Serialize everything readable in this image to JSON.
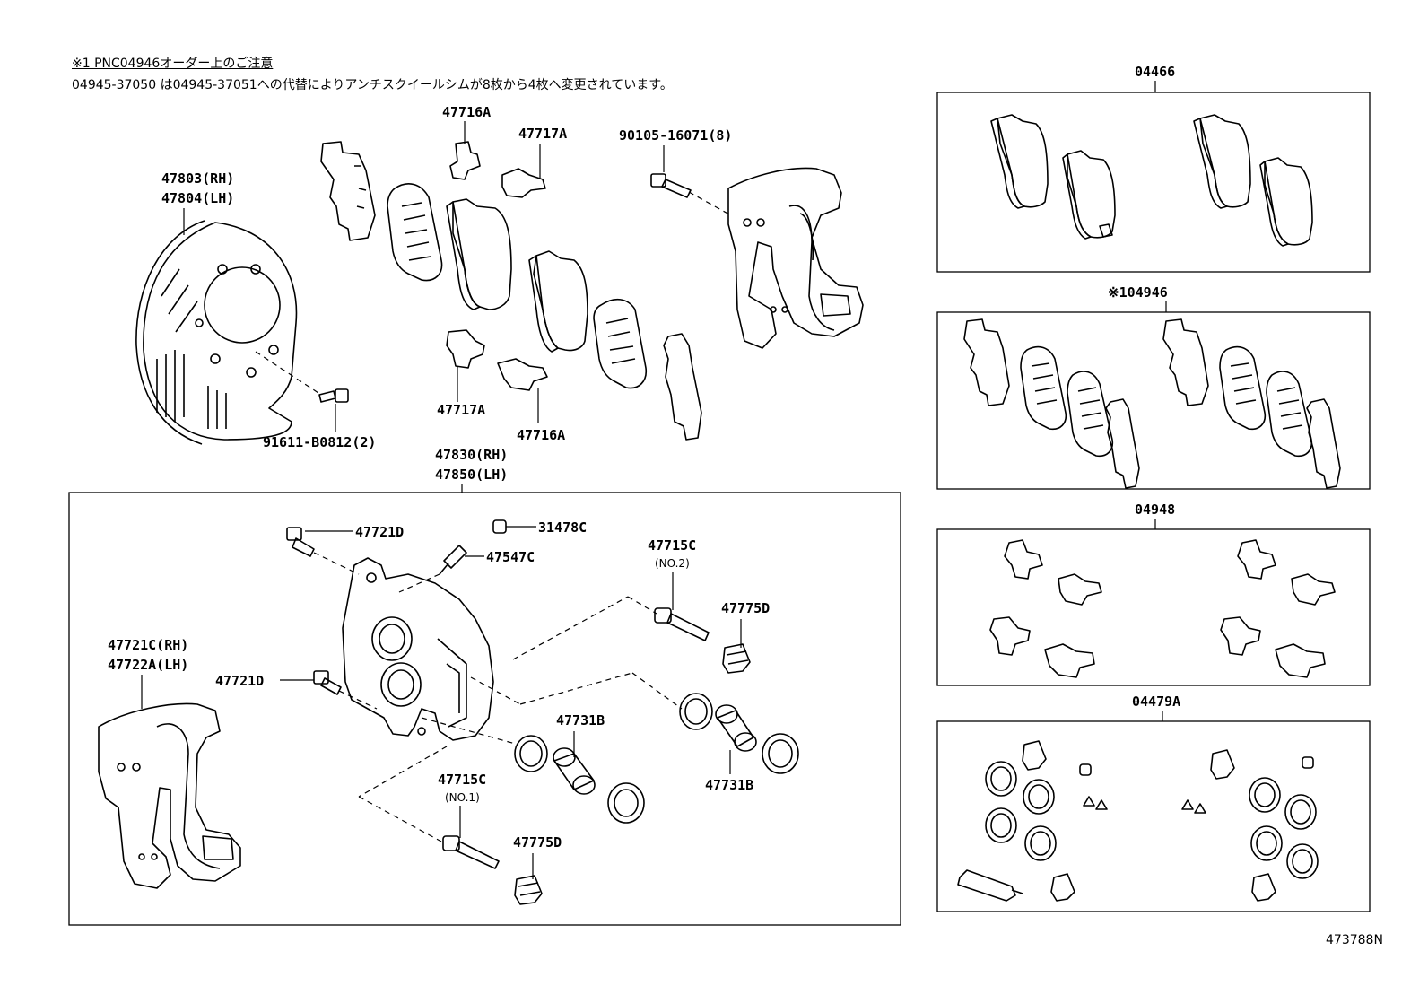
{
  "notes": {
    "line1": "※1 PNC04946オーダー上のご注意",
    "line2": "04945-37050 は04945-37051への代替によりアンチスクイールシムが8枚から4枚へ変更されています。"
  },
  "illustration_code": "473788N",
  "labels": {
    "p47803": "47803(RH)",
    "p47804": "47804(LH)",
    "p47716a_top": "47716A",
    "p47717a_top": "47717A",
    "p90105": "90105-16071(8)",
    "p47717a_bottom": "47717A",
    "p47716a_bottom": "47716A",
    "p91611": "91611-B0812(2)",
    "p47830": "47830(RH)",
    "p47850": "47850(LH)",
    "p47721d_top": "47721D",
    "p31478c": "31478C",
    "p47547c": "47547C",
    "p47715c_no2": "47715C",
    "p47715c_no2_sub": "(NO.2)",
    "p47775d_top": "47775D",
    "p47721c": "47721C(RH)",
    "p47722a": "47722A(LH)",
    "p47721d_left": "47721D",
    "p47731b_top": "47731B",
    "p47731b_right": "47731B",
    "p47715c_no1": "47715C",
    "p47715c_no1_sub": "(NO.1)",
    "p47775d_bottom": "47775D"
  },
  "kits": {
    "k04466": "04466",
    "k04946": "※104946",
    "k04948": "04948",
    "k04479a": "04479A"
  }
}
